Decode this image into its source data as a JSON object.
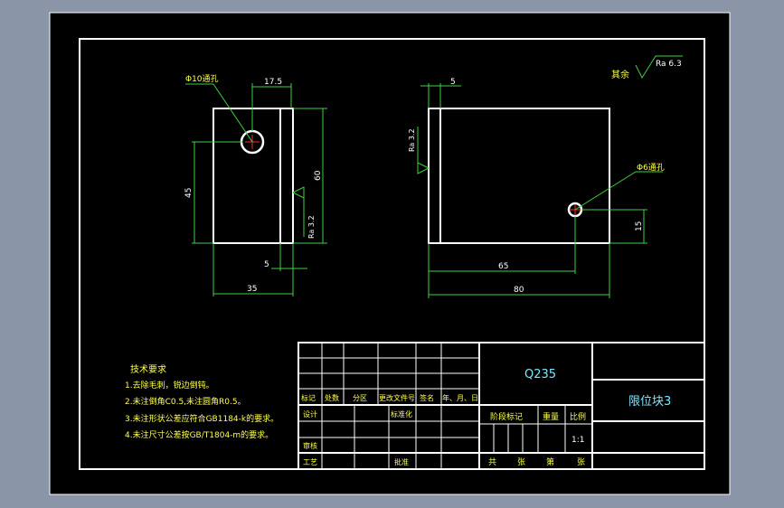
{
  "colors": {
    "backdrop": "#8a96a8",
    "paper": "#000000",
    "line": "#ffffff",
    "dim": "#3fd13f",
    "text_cyan": "#7fe7ff",
    "text_yellow": "#ffff4d",
    "text_red": "#ff4040",
    "center_mark": "#ff2a2a"
  },
  "front_view": {
    "hole_label": "Φ10通孔",
    "dim_top": "17.5",
    "dim_height_right": "60",
    "dim_height_left": "45",
    "roughness": "Ra 3.2",
    "dim_step": "5",
    "dim_width": "35"
  },
  "side_view": {
    "dim_top": "5",
    "roughness": "Ra 3.2",
    "hole_label": "Φ6通孔",
    "dim_right": "15",
    "dim_65": "65",
    "dim_80": "80"
  },
  "surface_finish": {
    "label": "其余",
    "value": "Ra 6.3"
  },
  "tech_requirements": {
    "title": "技术要求",
    "items": [
      "1.去除毛刺，锐边倒钝。",
      "2.未注倒角C0.5,未注圆角R0.5。",
      "3.未注形状公差应符合GB1184-k的要求。",
      "4.未注尺寸公差按GB/T1804-m的要求。"
    ]
  },
  "title_block": {
    "material": "Q235",
    "part_name": "限位块3",
    "row_labels": [
      "标记",
      "处数",
      "分区",
      "更改文件号",
      "签名",
      "年、月、日"
    ],
    "design": "设计",
    "standardization": "标准化",
    "review": "审核",
    "process": "工艺",
    "approve": "批准",
    "stage_mark": "阶段标记",
    "weight": "重量",
    "scale_label": "比例",
    "scale_value": "1:1",
    "sheets": [
      "共",
      "张",
      "第",
      "张"
    ]
  }
}
